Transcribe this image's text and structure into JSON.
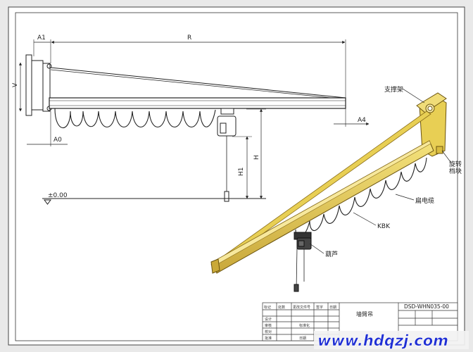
{
  "dimensions": {
    "a1": "A1",
    "r": "R",
    "v": "V",
    "a0": "A0",
    "a4": "A4",
    "h": "H",
    "h1": "H1",
    "ground": "±0.00"
  },
  "callouts": {
    "support": "支撑架",
    "rotation_stop": [
      "旋转",
      "档块"
    ],
    "flat_cable": "扁电缆",
    "kbk": "KBK",
    "hoist": "葫芦"
  },
  "title_block": {
    "drawing_no": "DSD-WHN035-00",
    "drawing_name": "墙臂吊",
    "row_labels": [
      "设计",
      "审核",
      "校对",
      "批准"
    ],
    "header_cells": [
      "标记",
      "处数",
      "更改文件号",
      "签字",
      "日期"
    ],
    "small_labels": [
      "标准化",
      "日期"
    ]
  },
  "watermark": "www.hdqzj.com",
  "colors": {
    "frame_bg": "#ffffff",
    "page_bg": "#e9e9e9",
    "line": "#222222",
    "crane_yellow": "#e8cf54",
    "crane_yellow_dark": "#b99a22",
    "watermark": "#1f2fd4",
    "watermark_strip": "#f2f2f2"
  }
}
